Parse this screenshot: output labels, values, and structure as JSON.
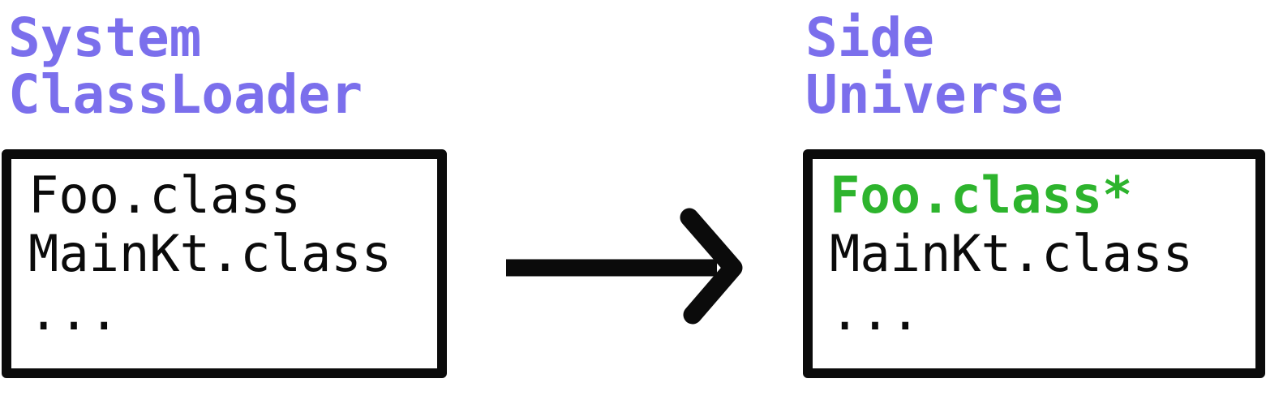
{
  "colors": {
    "title": "#7B6FEC",
    "highlight_entry": "#2DB42D",
    "ink": "#0B0B0B",
    "background": "#FFFFFF"
  },
  "left_panel": {
    "title_line1": "System",
    "title_line2": "ClassLoader",
    "entries": [
      "Foo.class",
      "MainKt.class",
      "..."
    ]
  },
  "right_panel": {
    "title_line1": "Side",
    "title_line2": "Universe",
    "entries": [
      "Foo.class*",
      "MainKt.class",
      "..."
    ]
  },
  "arrow": {
    "icon": "right-arrow"
  }
}
